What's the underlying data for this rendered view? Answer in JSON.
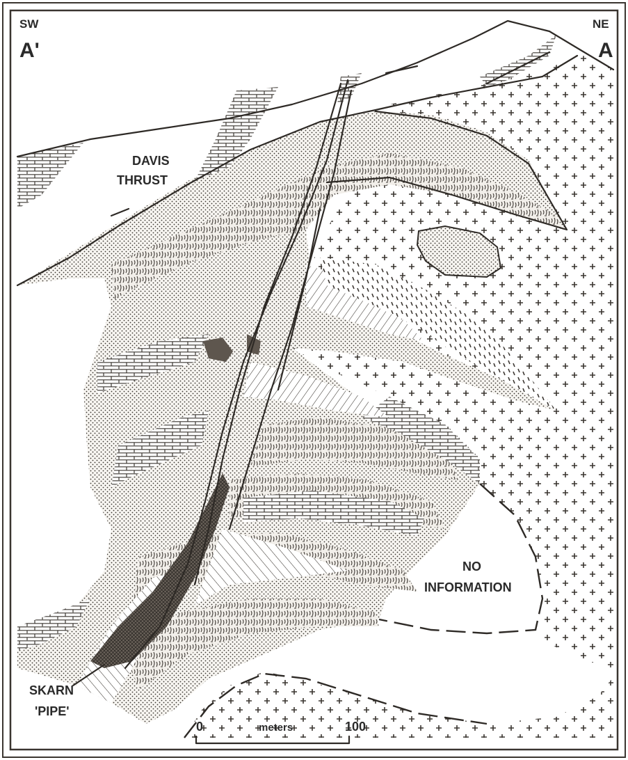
{
  "cross_section": {
    "labels": {
      "sw_direction": "SW",
      "sw_section_end": "A'",
      "ne_direction": "NE",
      "ne_section_end": "A",
      "thrust_line1": "DAVIS",
      "thrust_line2": "THRUST",
      "no_info_line1": "NO",
      "no_info_line2": "INFORMATION",
      "skarn_line1": "SKARN",
      "skarn_line2": "'PIPE'"
    },
    "scale_bar": {
      "start": "0",
      "unit": "meters",
      "end": "100"
    }
  }
}
